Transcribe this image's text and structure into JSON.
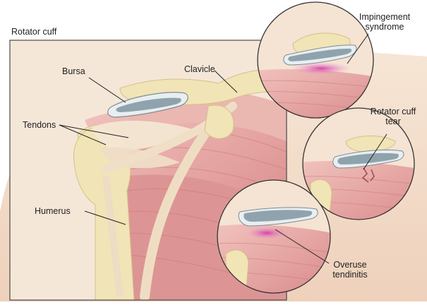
{
  "figure": {
    "title": "Rotator cuff"
  },
  "labels": {
    "bursa": "Bursa",
    "clavicle": "Clavicle",
    "tendons": "Tendons",
    "humerus": "Humerus"
  },
  "insets": {
    "impingement": {
      "line1": "Impingement",
      "line2": "syndrome"
    },
    "tear": {
      "line1": "Rotator cuff",
      "line2": "tear"
    },
    "tendinitis": {
      "line1": "Overuse",
      "line2": "tendinitis"
    }
  },
  "colors": {
    "skin": "#f3ddc9",
    "muscle": "#e8a9a6",
    "muscle_dark": "#cf7f80",
    "tendon": "#efe2cf",
    "bone": "#f1e4b6",
    "bursa_fill": "#8fa3ad",
    "bursa_rim": "#e9eef0",
    "inflammation": "#d94fb0"
  }
}
